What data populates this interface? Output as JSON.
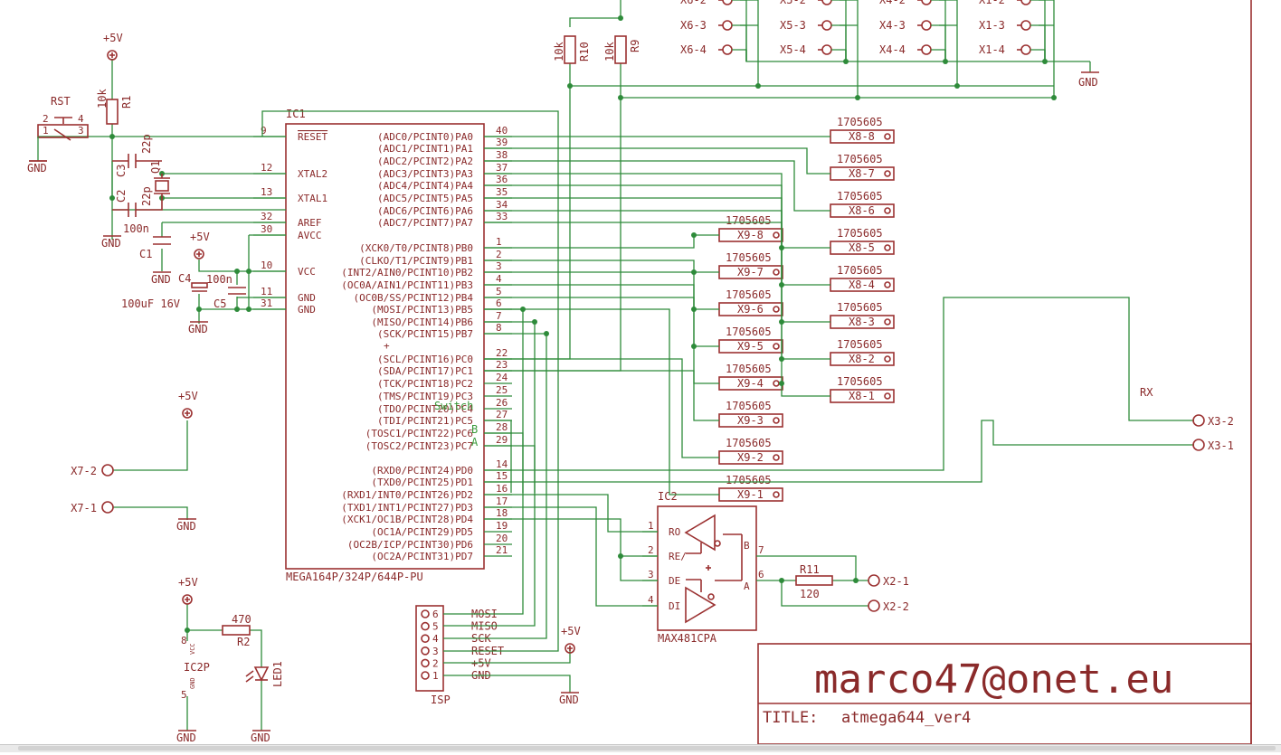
{
  "title_block": {
    "author": "marco47@onet.eu",
    "title_label": "TITLE:",
    "title_value": "atmega644_ver4"
  },
  "ic1": {
    "ref": "IC1",
    "part": "MEGA164P/324P/644P-PU",
    "left_pins": [
      {
        "num": "9",
        "name": "RESET"
      },
      {
        "num": "12",
        "name": "XTAL2"
      },
      {
        "num": "13",
        "name": "XTAL1"
      },
      {
        "num": "32",
        "name": "AREF"
      },
      {
        "num": "30",
        "name": "AVCC"
      },
      {
        "num": "10",
        "name": "VCC"
      },
      {
        "num": "11",
        "name": "GND"
      },
      {
        "num": "31",
        "name": "GND"
      }
    ],
    "right_pins": [
      {
        "num": "40",
        "name": "(ADC0/PCINT0)PA0"
      },
      {
        "num": "39",
        "name": "(ADC1/PCINT1)PA1"
      },
      {
        "num": "38",
        "name": "(ADC2/PCINT2)PA2"
      },
      {
        "num": "37",
        "name": "(ADC3/PCINT3)PA3"
      },
      {
        "num": "36",
        "name": "(ADC4/PCINT4)PA4"
      },
      {
        "num": "35",
        "name": "(ADC5/PCINT5)PA5"
      },
      {
        "num": "34",
        "name": "(ADC6/PCINT6)PA6"
      },
      {
        "num": "33",
        "name": "(ADC7/PCINT7)PA7"
      },
      {
        "num": "1",
        "name": "(XCK0/T0/PCINT8)PB0"
      },
      {
        "num": "2",
        "name": "(CLKO/T1/PCINT9)PB1"
      },
      {
        "num": "3",
        "name": "(INT2/AIN0/PCINT10)PB2"
      },
      {
        "num": "4",
        "name": "(OC0A/AIN1/PCINT11)PB3"
      },
      {
        "num": "5",
        "name": "(OC0B/SS/PCINT12)PB4"
      },
      {
        "num": "6",
        "name": "(MOSI/PCINT13)PB5"
      },
      {
        "num": "7",
        "name": "(MISO/PCINT14)PB6"
      },
      {
        "num": "8",
        "name": "(SCK/PCINT15)PB7"
      },
      {
        "num": "22",
        "name": "(SCL/PCINT16)PC0"
      },
      {
        "num": "23",
        "name": "(SDA/PCINT17)PC1"
      },
      {
        "num": "24",
        "name": "(TCK/PCINT18)PC2"
      },
      {
        "num": "25",
        "name": "(TMS/PCINT19)PC3"
      },
      {
        "num": "26",
        "name": "(TDO/PCINT20)PC4"
      },
      {
        "num": "27",
        "name": "(TDI/PCINT21)PC5"
      },
      {
        "num": "28",
        "name": "(TOSC1/PCINT22)PC6"
      },
      {
        "num": "29",
        "name": "(TOSC2/PCINT23)PC7"
      },
      {
        "num": "14",
        "name": "(RXD0/PCINT24)PD0"
      },
      {
        "num": "15",
        "name": "(TXD0/PCINT25)PD1"
      },
      {
        "num": "16",
        "name": "(RXD1/INT0/PCINT26)PD2"
      },
      {
        "num": "17",
        "name": "(TXD1/INT1/PCINT27)PD3"
      },
      {
        "num": "18",
        "name": "(XCK1/OC1B/PCINT28)PD4"
      },
      {
        "num": "19",
        "name": "(OC1A/PCINT29)PD5"
      },
      {
        "num": "20",
        "name": "(OC2B/ICP/PCINT30)PD6"
      },
      {
        "num": "21",
        "name": "(OC2A/PCINT31)PD7"
      }
    ],
    "net_switch": "Switch",
    "net_b": "B",
    "net_a": "A"
  },
  "ic2": {
    "ref": "IC2",
    "part": "MAX481CPA",
    "left_pins": [
      {
        "num": "1",
        "name": "RO"
      },
      {
        "num": "2",
        "name": "RE/"
      },
      {
        "num": "3",
        "name": "DE"
      },
      {
        "num": "4",
        "name": "DI"
      }
    ],
    "right_pins": [
      {
        "num": "7",
        "name": "B"
      },
      {
        "num": "6",
        "name": "A"
      }
    ]
  },
  "x8_connectors": [
    {
      "value": "1705605",
      "label": "X8-8"
    },
    {
      "value": "1705605",
      "label": "X8-7"
    },
    {
      "value": "1705605",
      "label": "X8-6"
    },
    {
      "value": "1705605",
      "label": "X8-5"
    },
    {
      "value": "1705605",
      "label": "X8-4"
    },
    {
      "value": "1705605",
      "label": "X8-3"
    },
    {
      "value": "1705605",
      "label": "X8-2"
    },
    {
      "value": "1705605",
      "label": "X8-1"
    }
  ],
  "x9_connectors": [
    {
      "value": "1705605",
      "label": "X9-8"
    },
    {
      "value": "1705605",
      "label": "X9-7"
    },
    {
      "value": "1705605",
      "label": "X9-6"
    },
    {
      "value": "1705605",
      "label": "X9-5"
    },
    {
      "value": "1705605",
      "label": "X9-4"
    },
    {
      "value": "1705605",
      "label": "X9-3"
    },
    {
      "value": "1705605",
      "label": "X9-2"
    },
    {
      "value": "1705605",
      "label": "X9-1"
    }
  ],
  "top_connectors": {
    "row1": [
      "X6-2",
      "X5-2",
      "X4-2",
      "X1-2"
    ],
    "row2": [
      "X6-3",
      "X5-3",
      "X4-3",
      "X1-3"
    ],
    "row3": [
      "X6-4",
      "X5-4",
      "X4-4",
      "X1-4"
    ]
  },
  "terminals": {
    "x3_2": "X3-2",
    "x3_1": "X3-1",
    "x7_2": "X7-2",
    "x7_1": "X7-1",
    "x2_1": "X2-1",
    "x2_2": "X2-2",
    "rx": "RX"
  },
  "isp": {
    "ref": "ISP",
    "pins": [
      "6",
      "5",
      "4",
      "3",
      "2",
      "1"
    ],
    "signals": [
      "MOSI",
      "MISO",
      "SCK",
      "RESET",
      "+5V",
      "GND"
    ]
  },
  "parts": {
    "rst": "RST",
    "rst_pins": [
      "2",
      "4",
      "1",
      "3"
    ],
    "r1_ref": "R1",
    "r1_val": "10k",
    "r10_ref": "R10",
    "r10_val": "10k",
    "r9_ref": "R9",
    "r9_val": "10k",
    "r11_ref": "R11",
    "r11_val": "120",
    "r2_ref": "R2",
    "r2_val": "470",
    "c3_ref": "C3",
    "c3_val": "22p",
    "c2_ref": "C2",
    "c2_val": "22p",
    "q1_ref": "Q1",
    "c1_ref": "C1",
    "c1_val": "100n",
    "c4_ref": "C4",
    "c4_val": "100uF 16V",
    "c5_ref": "C5",
    "c5_val": "100n",
    "led_ref": "LED1",
    "ic2p": "IC2P",
    "ic2p_vcc": "VCC",
    "ic2p_gnd": "GND",
    "ic2p_pin8": "8",
    "ic2p_pin5": "5"
  },
  "supplies": {
    "vcc": "+5V",
    "gnd": "GND"
  },
  "colors": {
    "symbol": "#9b3131",
    "wire": "#2e8b3a",
    "background": "#ffffff"
  }
}
